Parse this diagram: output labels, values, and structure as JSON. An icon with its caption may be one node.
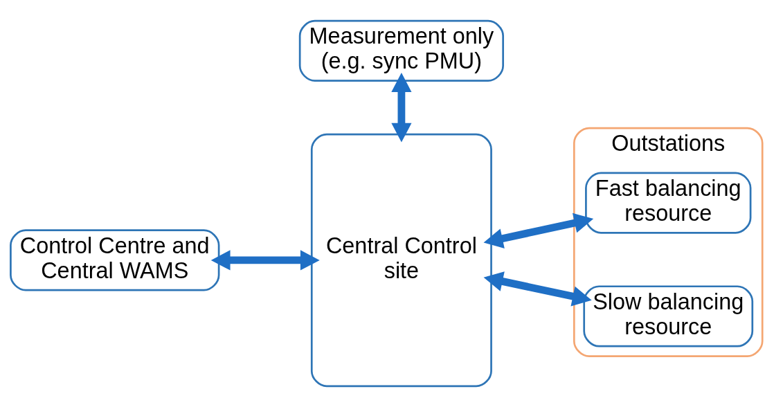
{
  "diagram": {
    "nodes": [
      {
        "text": [
          "Control Centre and Central WAMS"
        ]
      },
      {
        "text": [
          "Measurement only (e.g. sync PMU)"
        ]
      },
      {
        "text": [
          "Central Control site"
        ]
      },
      {
        "text": [
          "Outstations"
        ]
      },
      {
        "text": [
          "Fast balancing resource"
        ],
        "in": 3
      },
      {
        "text": [
          "Slow balancing resource"
        ],
        "in": 3
      }
    ],
    "edges": [
      {
        "from": 0,
        "to": 2,
        "arrow": "both"
      },
      {
        "from": 1,
        "to": 2,
        "arrow": "both"
      },
      {
        "from": 2,
        "to": 4,
        "arrow": "both"
      },
      {
        "from": 2,
        "to": 5,
        "arrow": "both"
      }
    ]
  }
}
